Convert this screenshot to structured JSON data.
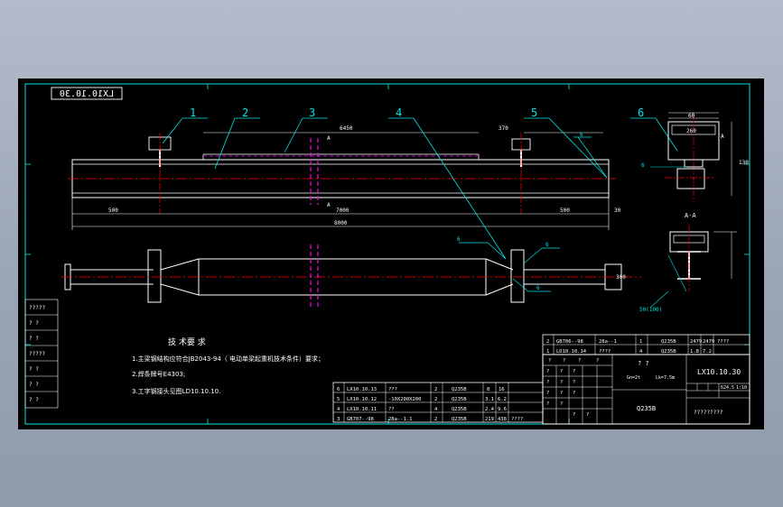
{
  "drawing": {
    "ref_number": "LX10.10.30",
    "parts": [
      "1",
      "2",
      "3",
      "4",
      "5",
      "6"
    ],
    "dims": {
      "top_span": "6450",
      "top_right": "370",
      "left_end": "500",
      "center": "7000",
      "right_end": "500",
      "overall": "8000",
      "right_tail": "30",
      "section_top": "60",
      "section_width": "260",
      "section_side": "130",
      "plan_end": "300",
      "small_callout": "50(100)"
    },
    "section_labels": [
      "A",
      "A-A",
      "A"
    ],
    "weld_marks": [
      "6",
      "6",
      "6",
      "6",
      "6"
    ],
    "section_marks": [
      "A",
      "A"
    ]
  },
  "notes": {
    "heading": "技 术要 求",
    "items": [
      "1.主梁钢结构应符合JB2043-94（  电动单梁起重机技术条件）要求；",
      "2.焊条牌号E4303;",
      "3.工字钢接头见图LD10.10.10."
    ]
  },
  "left_stamps": [
    "?????",
    "?  ?",
    "?  ?",
    "?????",
    "?  ?",
    "?  ?",
    "?  ?"
  ],
  "bom": {
    "rows": [
      [
        "2",
        "GB706--98",
        "28a--1",
        "1",
        "Q235B",
        "2479",
        "2479",
        "????"
      ],
      [
        "1",
        "LD10.10.14",
        "????",
        "4",
        "Q235B",
        "1.8",
        "7.2",
        ""
      ],
      [
        "6",
        "LX10.10.13",
        "???",
        "2",
        "Q235B",
        "8",
        "16",
        ""
      ],
      [
        "5",
        "LX10.10.12",
        "-10X200X200",
        "2",
        "Q235B",
        "3.1",
        "6.2",
        ""
      ],
      [
        "4",
        "LX10.10.11",
        "??",
        "4",
        "Q235B",
        "2.4",
        "9.6",
        ""
      ],
      [
        "3",
        "GB707--98",
        "28a--1.1",
        "2",
        "Q235B",
        "219",
        "438",
        "????"
      ]
    ],
    "header_marks": [
      "?",
      "?",
      "?",
      "?"
    ]
  },
  "title_block": {
    "name_top": "?  ?",
    "spec_left": "Gn=2t",
    "spec_right": "Lk=7.5m",
    "drawing_no": "LX10.10.30",
    "material": "Q235B",
    "weight": "624.5",
    "scale": "1:10",
    "company": "?????????",
    "small_marks": [
      "?",
      "?",
      "?",
      "?",
      "?",
      "?",
      "?",
      "?",
      "?",
      "?",
      "?",
      "?",
      "?"
    ]
  }
}
